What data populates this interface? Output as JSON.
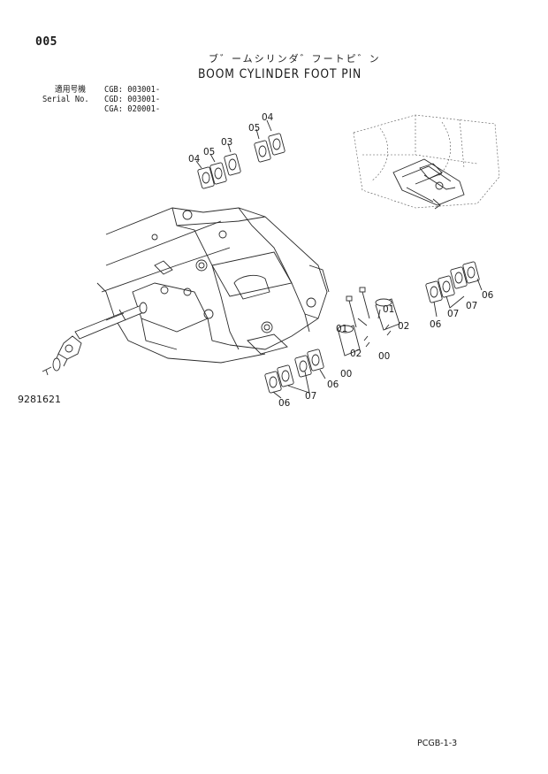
{
  "header": {
    "page_number": "005",
    "title_jp": "ブ゛ームシリンダ゛フートピ゛ン",
    "title_en": "BOOM CYLINDER FOOT PIN"
  },
  "serial": {
    "label_jp": "適用号機",
    "label_en": "Serial No.",
    "cgb": "CGB: 003001-",
    "cgd": "CGD: 003001-",
    "cga": "CGA: 020001-"
  },
  "callouts": {
    "c00a": "00",
    "c00b": "00",
    "c01a": "01",
    "c01b": "01",
    "c02a": "02",
    "c02b": "02",
    "c03": "03",
    "c04a": "04",
    "c04b": "04",
    "c05a": "05",
    "c05b": "05",
    "c06a": "06",
    "c06b": "06",
    "c06c": "06",
    "c06d": "06",
    "c07a": "07",
    "c07b": "07",
    "c07c": "07"
  },
  "footer": {
    "diagram_number": "9281621",
    "page_code": "PCGB-1-3"
  }
}
